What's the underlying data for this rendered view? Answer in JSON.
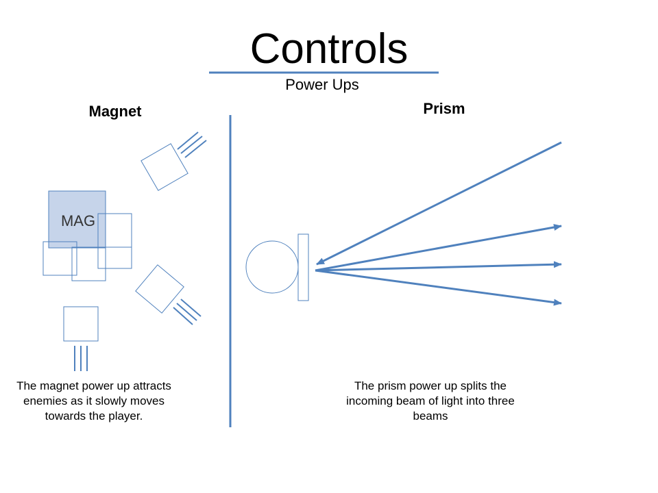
{
  "title": "Controls",
  "subtitle": "Power Ups",
  "magnet": {
    "heading": "Magnet",
    "block_label": "MAG",
    "description": "The magnet power up attracts enemies as it slowly moves towards the player."
  },
  "prism": {
    "heading": "Prism",
    "description": "The prism power up splits the incoming beam of light into three beams"
  },
  "colors": {
    "line": "#4f81bd",
    "fill": "#c6d4ea"
  }
}
